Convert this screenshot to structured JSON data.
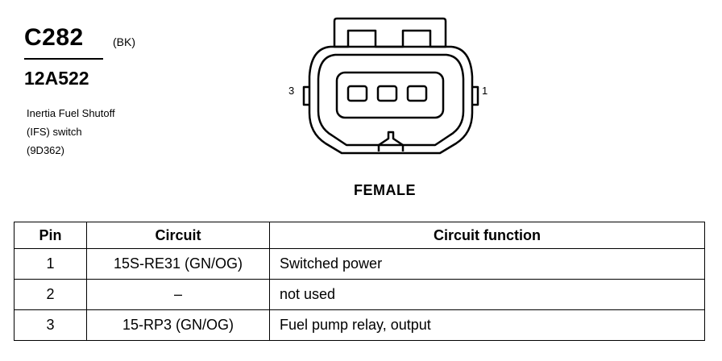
{
  "connector": {
    "code": "C282",
    "color": "(BK)",
    "part_number": "12A522",
    "description": [
      "Inertia Fuel Shutoff",
      "(IFS) switch",
      "(9D362)"
    ]
  },
  "diagram": {
    "pin_left": "3",
    "pin_right": "1",
    "gender_label": "FEMALE"
  },
  "table": {
    "headers": [
      "Pin",
      "Circuit",
      "Circuit function"
    ],
    "rows": [
      {
        "pin": "1",
        "circuit": "15S-RE31 (GN/OG)",
        "function": "Switched power"
      },
      {
        "pin": "2",
        "circuit": "–",
        "function": "not used"
      },
      {
        "pin": "3",
        "circuit": "15-RP3 (GN/OG)",
        "function": "Fuel pump relay, output"
      }
    ]
  }
}
